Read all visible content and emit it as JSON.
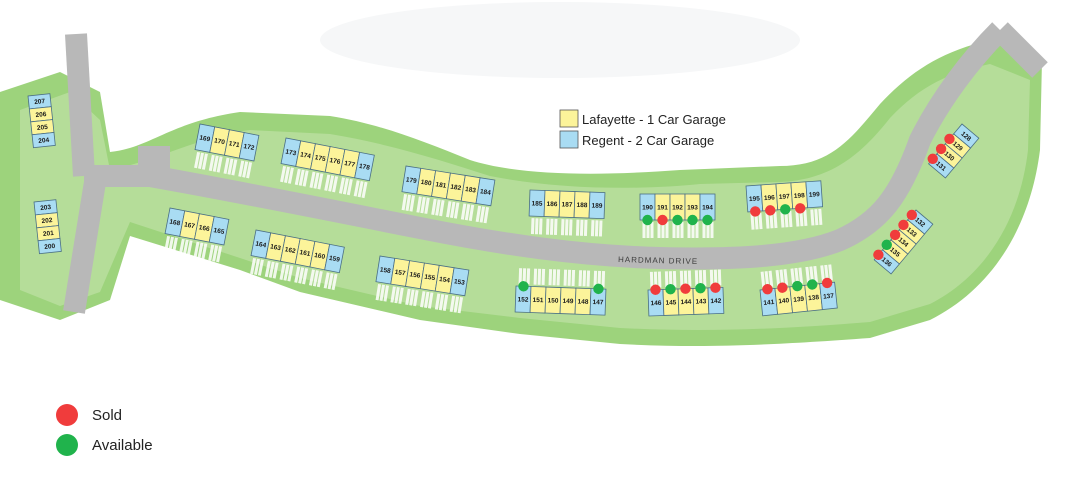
{
  "street_name": "HARDMAN DRIVE",
  "plan_legend": [
    {
      "label": "Lafayette - 1 Car Garage",
      "color": "#fcf49a"
    },
    {
      "label": "Regent - 2 Car Garage",
      "color": "#a9dcf3"
    }
  ],
  "status_legend": [
    {
      "label": "Sold",
      "color": "#f03c3c"
    },
    {
      "label": "Available",
      "color": "#20b34c"
    }
  ],
  "lots": [
    {
      "number": "207",
      "plan": "Regent",
      "status": ""
    },
    {
      "number": "206",
      "plan": "Lafayette",
      "status": ""
    },
    {
      "number": "205",
      "plan": "Lafayette",
      "status": ""
    },
    {
      "number": "204",
      "plan": "Regent",
      "status": ""
    },
    {
      "number": "203",
      "plan": "Regent",
      "status": ""
    },
    {
      "number": "202",
      "plan": "Lafayette",
      "status": ""
    },
    {
      "number": "201",
      "plan": "Lafayette",
      "status": ""
    },
    {
      "number": "200",
      "plan": "Regent",
      "status": ""
    },
    {
      "number": "169",
      "plan": "Regent",
      "status": ""
    },
    {
      "number": "170",
      "plan": "Lafayette",
      "status": ""
    },
    {
      "number": "171",
      "plan": "Lafayette",
      "status": ""
    },
    {
      "number": "172",
      "plan": "Regent",
      "status": ""
    },
    {
      "number": "168",
      "plan": "Regent",
      "status": ""
    },
    {
      "number": "167",
      "plan": "Lafayette",
      "status": ""
    },
    {
      "number": "166",
      "plan": "Lafayette",
      "status": ""
    },
    {
      "number": "165",
      "plan": "Regent",
      "status": ""
    },
    {
      "number": "173",
      "plan": "Regent",
      "status": ""
    },
    {
      "number": "174",
      "plan": "Lafayette",
      "status": ""
    },
    {
      "number": "175",
      "plan": "Lafayette",
      "status": ""
    },
    {
      "number": "176",
      "plan": "Lafayette",
      "status": ""
    },
    {
      "number": "177",
      "plan": "Lafayette",
      "status": ""
    },
    {
      "number": "178",
      "plan": "Regent",
      "status": ""
    },
    {
      "number": "164",
      "plan": "Regent",
      "status": ""
    },
    {
      "number": "163",
      "plan": "Lafayette",
      "status": ""
    },
    {
      "number": "162",
      "plan": "Lafayette",
      "status": ""
    },
    {
      "number": "161",
      "plan": "Lafayette",
      "status": ""
    },
    {
      "number": "160",
      "plan": "Lafayette",
      "status": ""
    },
    {
      "number": "159",
      "plan": "Regent",
      "status": ""
    },
    {
      "number": "179",
      "plan": "Regent",
      "status": ""
    },
    {
      "number": "180",
      "plan": "Lafayette",
      "status": ""
    },
    {
      "number": "181",
      "plan": "Lafayette",
      "status": ""
    },
    {
      "number": "182",
      "plan": "Lafayette",
      "status": ""
    },
    {
      "number": "183",
      "plan": "Lafayette",
      "status": ""
    },
    {
      "number": "184",
      "plan": "Regent",
      "status": ""
    },
    {
      "number": "158",
      "plan": "Regent",
      "status": ""
    },
    {
      "number": "157",
      "plan": "Lafayette",
      "status": ""
    },
    {
      "number": "156",
      "plan": "Lafayette",
      "status": ""
    },
    {
      "number": "155",
      "plan": "Lafayette",
      "status": ""
    },
    {
      "number": "154",
      "plan": "Lafayette",
      "status": ""
    },
    {
      "number": "153",
      "plan": "Regent",
      "status": ""
    },
    {
      "number": "185",
      "plan": "Regent",
      "status": ""
    },
    {
      "number": "186",
      "plan": "Lafayette",
      "status": ""
    },
    {
      "number": "187",
      "plan": "Lafayette",
      "status": ""
    },
    {
      "number": "188",
      "plan": "Lafayette",
      "status": ""
    },
    {
      "number": "189",
      "plan": "Regent",
      "status": ""
    },
    {
      "number": "152",
      "plan": "Regent",
      "status": "available"
    },
    {
      "number": "151",
      "plan": "Lafayette",
      "status": ""
    },
    {
      "number": "150",
      "plan": "Lafayette",
      "status": ""
    },
    {
      "number": "149",
      "plan": "Lafayette",
      "status": ""
    },
    {
      "number": "148",
      "plan": "Lafayette",
      "status": ""
    },
    {
      "number": "147",
      "plan": "Regent",
      "status": "available"
    },
    {
      "number": "190",
      "plan": "Regent",
      "status": "available"
    },
    {
      "number": "191",
      "plan": "Lafayette",
      "status": "sold"
    },
    {
      "number": "192",
      "plan": "Lafayette",
      "status": "available"
    },
    {
      "number": "193",
      "plan": "Lafayette",
      "status": "available"
    },
    {
      "number": "194",
      "plan": "Regent",
      "status": "available"
    },
    {
      "number": "146",
      "plan": "Regent",
      "status": "sold"
    },
    {
      "number": "145",
      "plan": "Lafayette",
      "status": "available"
    },
    {
      "number": "144",
      "plan": "Lafayette",
      "status": "sold"
    },
    {
      "number": "143",
      "plan": "Lafayette",
      "status": "available"
    },
    {
      "number": "142",
      "plan": "Regent",
      "status": "sold"
    },
    {
      "number": "195",
      "plan": "Regent",
      "status": "sold"
    },
    {
      "number": "196",
      "plan": "Lafayette",
      "status": "sold"
    },
    {
      "number": "197",
      "plan": "Lafayette",
      "status": "available"
    },
    {
      "number": "198",
      "plan": "Lafayette",
      "status": "sold"
    },
    {
      "number": "199",
      "plan": "Regent",
      "status": ""
    },
    {
      "number": "141",
      "plan": "Regent",
      "status": "sold"
    },
    {
      "number": "140",
      "plan": "Lafayette",
      "status": "sold"
    },
    {
      "number": "139",
      "plan": "Lafayette",
      "status": "available"
    },
    {
      "number": "138",
      "plan": "Lafayette",
      "status": "available"
    },
    {
      "number": "137",
      "plan": "Regent",
      "status": "sold"
    },
    {
      "number": "128",
      "plan": "Regent",
      "status": ""
    },
    {
      "number": "129",
      "plan": "Lafayette",
      "status": "sold"
    },
    {
      "number": "130",
      "plan": "Lafayette",
      "status": "sold"
    },
    {
      "number": "131",
      "plan": "Regent",
      "status": "sold"
    },
    {
      "number": "132",
      "plan": "Regent",
      "status": "sold"
    },
    {
      "number": "133",
      "plan": "Lafayette",
      "status": "sold"
    },
    {
      "number": "134",
      "plan": "Lafayette",
      "status": "sold"
    },
    {
      "number": "135",
      "plan": "Lafayette",
      "status": "available"
    },
    {
      "number": "136",
      "plan": "Regent",
      "status": "sold"
    }
  ]
}
